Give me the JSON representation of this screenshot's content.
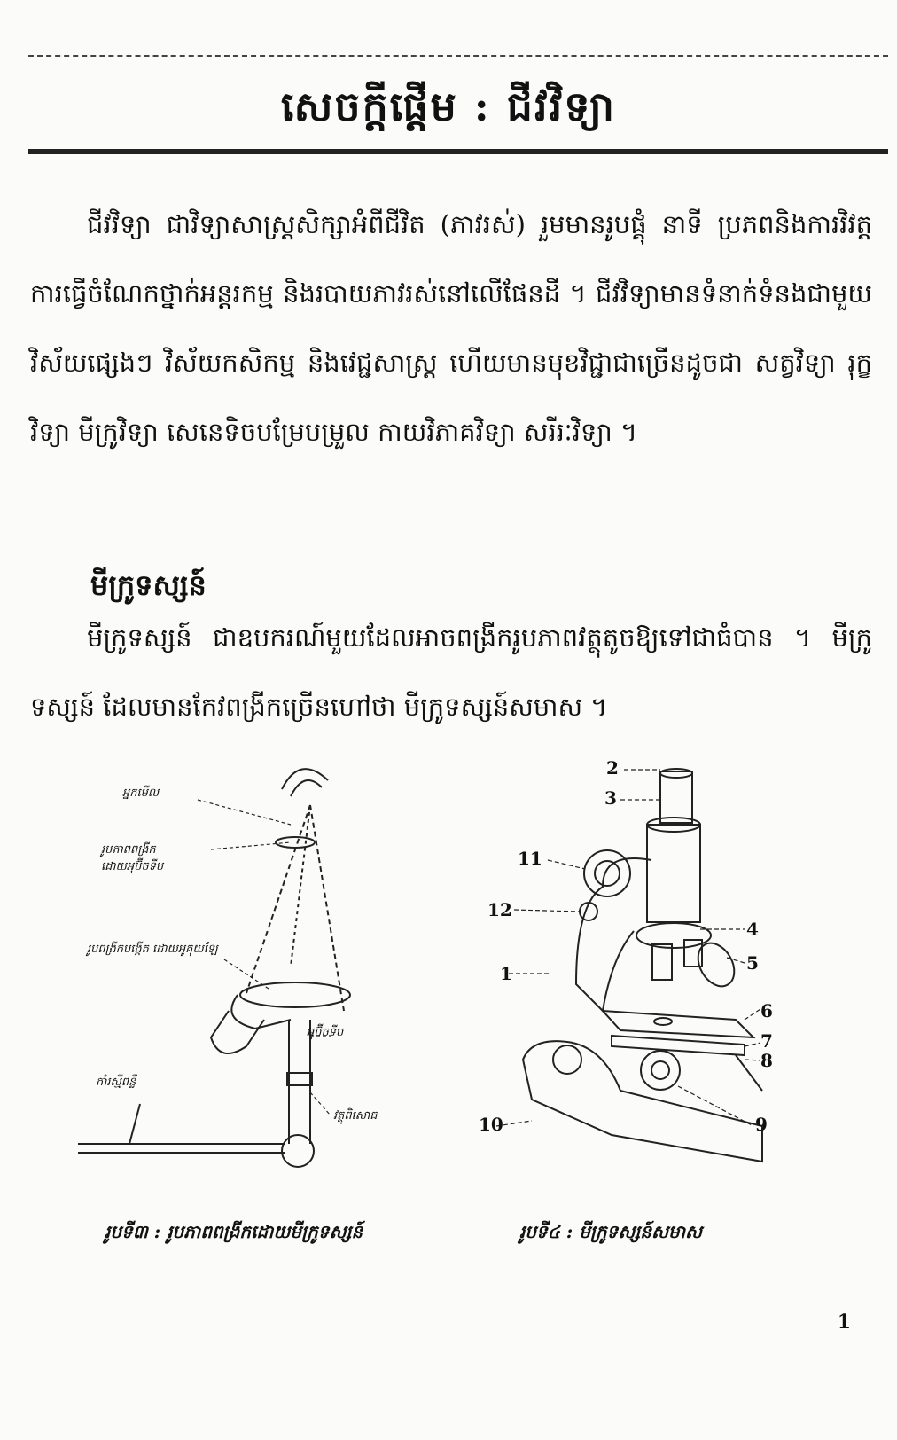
{
  "title": "សេចក្តីផ្តើម : ជីវវិទ្យា",
  "intro_paragraph": "ជីវវិទ្យា ជាវិទ្យាសាស្ត្រសិក្សាអំពីជីវិត (ភាវរស់) រួមមានរូបផ្គុំ នាទី ប្រភពនិងការវិវត្ត ការធ្វើចំណែកថ្នាក់អន្តរកម្ម និងរបាយភាវរស់នៅលើផែនដី ។ ជីវវិទ្យាមានទំនាក់ទំនងជាមួយវិស័យផ្សេងៗ វិស័យកសិកម្ម និងវេជ្ជសាស្ត្រ ហើយមានមុខវិជ្ជាជាច្រើនដូចជា សត្វវិទ្យា រុក្ខវិទ្យា មីក្រូវិទ្យា សេនេទិចបម្រែបម្រួល កាយវិភាគវិទ្យា សរីរៈវិទ្យា ។",
  "section_heading": "មីក្រូទស្សន៍",
  "section_paragraph": "មីក្រូទស្សន៍ ជាឧបករណ៍មួយដែលអាចពង្រីករូបភាពវត្ថុតូចឱ្យទៅជាធំបាន ។ មីក្រូទស្សន៍ ដែលមានកែវពង្រីកច្រើនហៅថា មីក្រូទស្សន៍សមាស ។",
  "figure3": {
    "caption": "រូបទី៣ : រូបភាពពង្រីកដោយមីក្រូទស្សន៍",
    "labels": {
      "eye": "អ្នកមើល",
      "image_objective": "រូបភាពពង្រីក ដោយអុប៊ីចទីប",
      "image_eyepiece": "រូបពង្រីកបង្កើត ដោយអូគុយឡែ",
      "objective": "អុប៊ីចទីប",
      "light": "កាំរស្មីពន្លឺ",
      "object": "វត្ថុពិសោធ"
    }
  },
  "figure4": {
    "caption": "រូបទី៤ : មីក្រូទស្សន៍សមាស",
    "numbers": [
      "1",
      "2",
      "3",
      "4",
      "5",
      "6",
      "7",
      "8",
      "9",
      "10",
      "11",
      "12"
    ]
  },
  "page_number": "1"
}
